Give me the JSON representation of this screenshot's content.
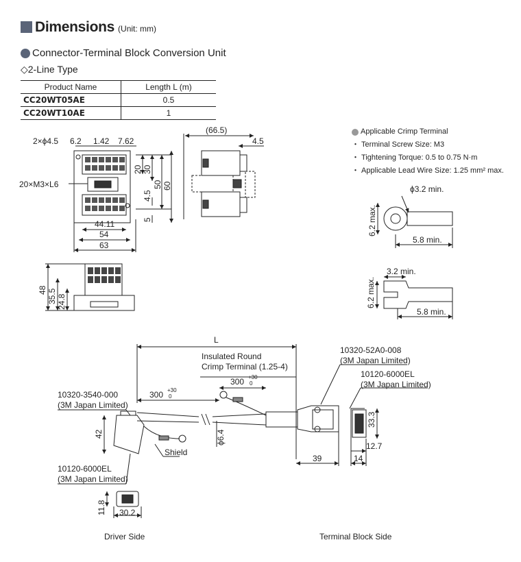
{
  "heading": {
    "title": "Dimensions",
    "unit": "(Unit: mm)"
  },
  "section": {
    "title": "Connector-Terminal Block Conversion Unit"
  },
  "subsection": {
    "title": "◇2-Line Type"
  },
  "product_table": {
    "headers": [
      "Product Name",
      "Length L (m)"
    ],
    "rows": [
      [
        "CC20WT05AE",
        "0.5"
      ],
      [
        "CC20WT10AE",
        "1"
      ]
    ]
  },
  "crimp": {
    "title": "Applicable Crimp Terminal",
    "items": [
      "・ Terminal Screw Size: M3",
      "・ Tightening Torque: 0.5 to 0.75 N·m",
      "・ Applicable Lead Wire Size: 1.25 mm² max."
    ]
  },
  "dims": {
    "d_2x45": "2×ϕ4.5",
    "d_62": "6.2",
    "d_142": "1.42",
    "d_762": "7.62",
    "d_20xm3": "20×M3×L6",
    "d_20": "20",
    "d_30": "30",
    "d_50": "50",
    "d_60": "60",
    "d_45": "4.5",
    "d_5": "5",
    "d_4411": "44.11",
    "d_54": "54",
    "d_63": "63",
    "d_665": "(66.5)",
    "d_45b": "4.5",
    "d_48": "48",
    "d_355": "35.5",
    "d_248": "24.8",
    "d_phi32": "ϕ3.2 min.",
    "d_62max": "6.2 max.",
    "d_58": "5.8 min.",
    "d_32min": "3.2 min.",
    "d_62max2": "6.2 max.",
    "d_58b": "5.8  min.",
    "d_L": "L",
    "d_300a": "300",
    "d_300b": "300",
    "tol_top": "+30",
    "tol_bot": "0",
    "d_42": "42",
    "d_phi64": "ϕ6.4",
    "d_39": "39",
    "d_333": "33.3",
    "d_127": "12.7",
    "d_14": "14",
    "d_118": "11.8",
    "d_302": "30.2"
  },
  "cable": {
    "ins_label1": "Insulated Round",
    "ins_label2": "Crimp Terminal (1.25-4)",
    "conn1_pn": "10320-3540-000",
    "conn1_mfr": "(3M Japan Limited)",
    "conn2_pn": "10120-6000EL",
    "conn2_mfr": "(3M Japan Limited)",
    "conn3_pn": "10320-52A0-008",
    "conn3_mfr": "(3M Japan Limited)",
    "conn4_pn": "10120-6000EL",
    "conn4_mfr": "(3M Japan Limited)",
    "shield": "Shield",
    "driver_side": "Driver Side",
    "terminal_side": "Terminal Block Side"
  }
}
